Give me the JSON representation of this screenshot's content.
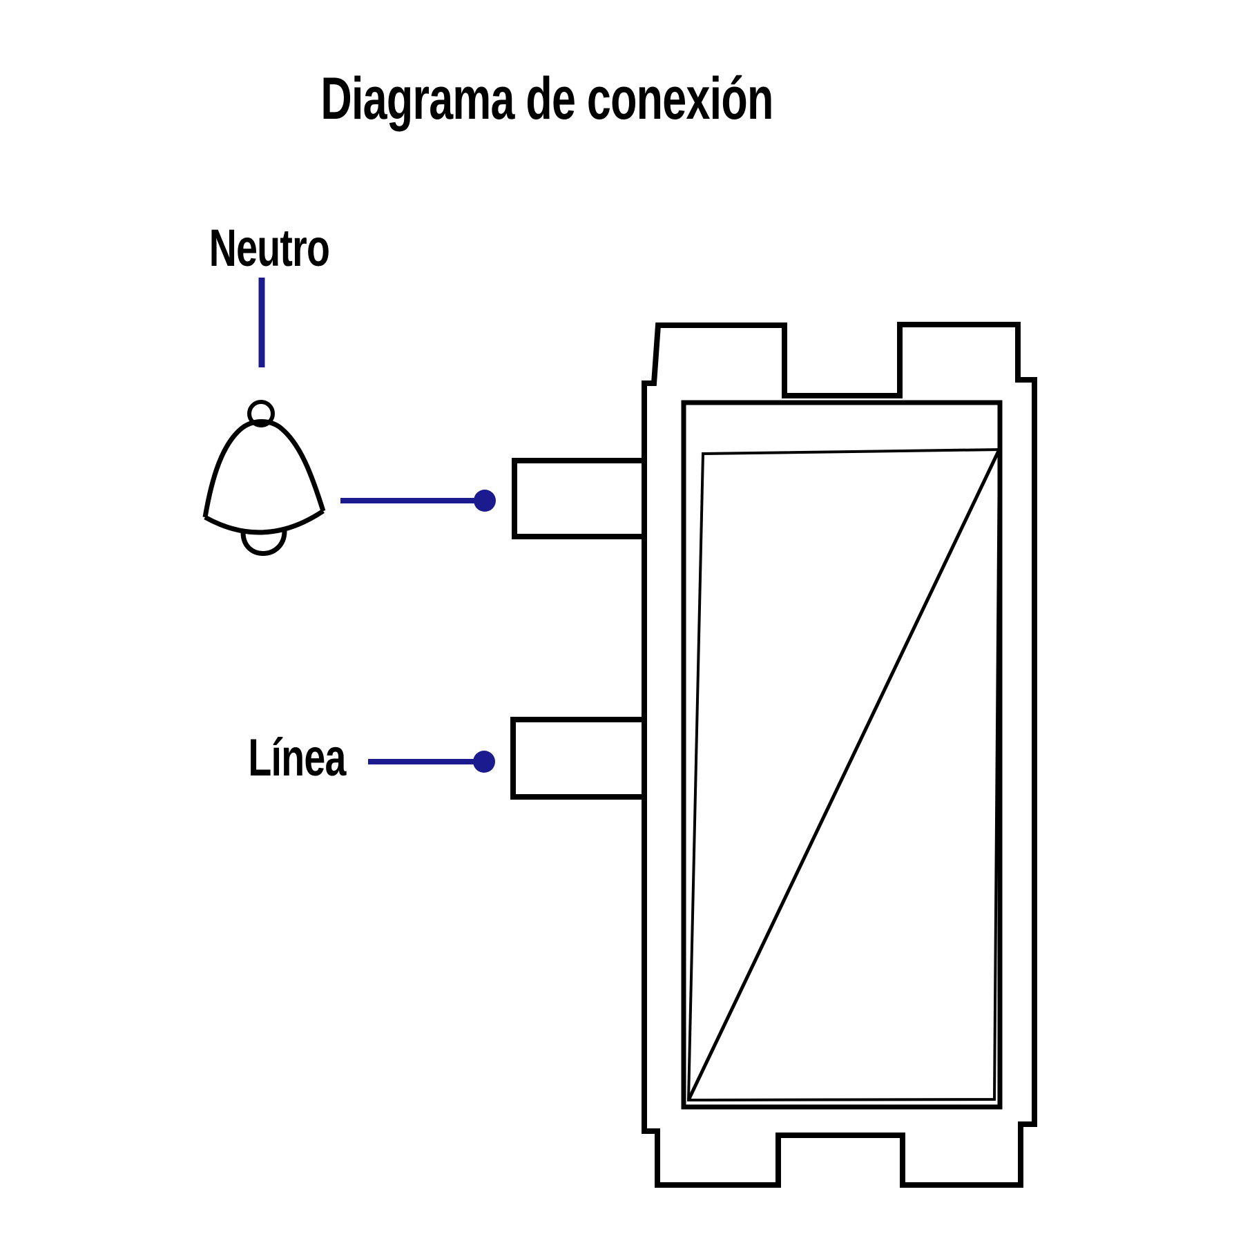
{
  "title": "Diagrama de conexión",
  "labels": {
    "neutral": "Neutro",
    "line": "Línea"
  },
  "colors": {
    "wire_blue": "#1b1b8f",
    "outline_black": "#000000",
    "background": "#ffffff"
  },
  "icons": {
    "bell": "bell-doorbell-symbol",
    "switch": "switch-module-rear-outline",
    "terminal_dots": "wire-connection-dot"
  },
  "figure": {
    "type": "wiring-diagram",
    "device": "switch-module",
    "connections": [
      {
        "wire": "Neutro",
        "via": "bell-doorbell-symbol",
        "terminal": "upper-left-terminal-tab"
      },
      {
        "wire": "Línea",
        "terminal": "lower-left-terminal-tab"
      }
    ]
  }
}
